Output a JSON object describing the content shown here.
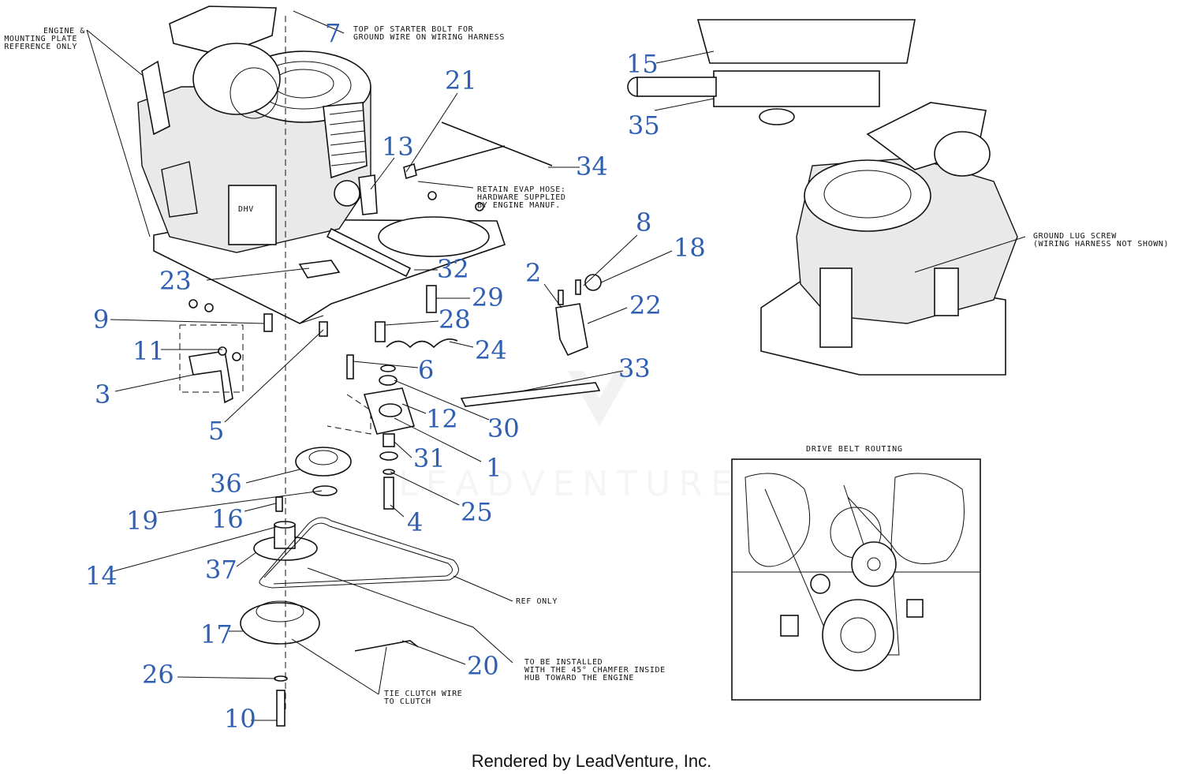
{
  "callouts": [
    "1",
    "2",
    "3",
    "4",
    "5",
    "6",
    "7",
    "8",
    "9",
    "10",
    "11",
    "12",
    "13",
    "14",
    "15",
    "16",
    "17",
    "18",
    "19",
    "20",
    "21",
    "22",
    "23",
    "24",
    "25",
    "26",
    "28",
    "29",
    "30",
    "31",
    "32",
    "33",
    "34",
    "35",
    "36",
    "37"
  ],
  "notes": {
    "engine_line1": "ENGINE &",
    "engine_line2": "MOUNTING PLATE",
    "engine_line3": "REFERENCE ONLY",
    "starter_line1": "TOP OF STARTER BOLT FOR",
    "starter_line2": "GROUND WIRE ON WIRING HARNESS",
    "evap_line1": "RETAIN EVAP HOSE:",
    "evap_line2": "HARDWARE SUPPLIED",
    "evap_line3": "BY ENGINE MANUF.",
    "ground_line1": "GROUND LUG SCREW",
    "ground_line2": "(WIRING HARNESS NOT SHOWN)",
    "ref_only": "REF ONLY",
    "chamfer_line1": "TO BE INSTALLED",
    "chamfer_line2": "WITH THE 45° CHAMFER INSIDE",
    "chamfer_line3": "HUB TOWARD THE ENGINE",
    "tie_line1": "TIE CLUTCH WIRE",
    "tie_line2": "TO CLUTCH",
    "belt_routing": "DRIVE BELT ROUTING",
    "engine_badge": "DHV"
  },
  "watermark": "LEADVENTURE",
  "footer": "Rendered by LeadVenture, Inc.",
  "colors": {
    "callout": "#2f5fb3",
    "line": "#111111",
    "watermark": "#d9d9d9"
  }
}
